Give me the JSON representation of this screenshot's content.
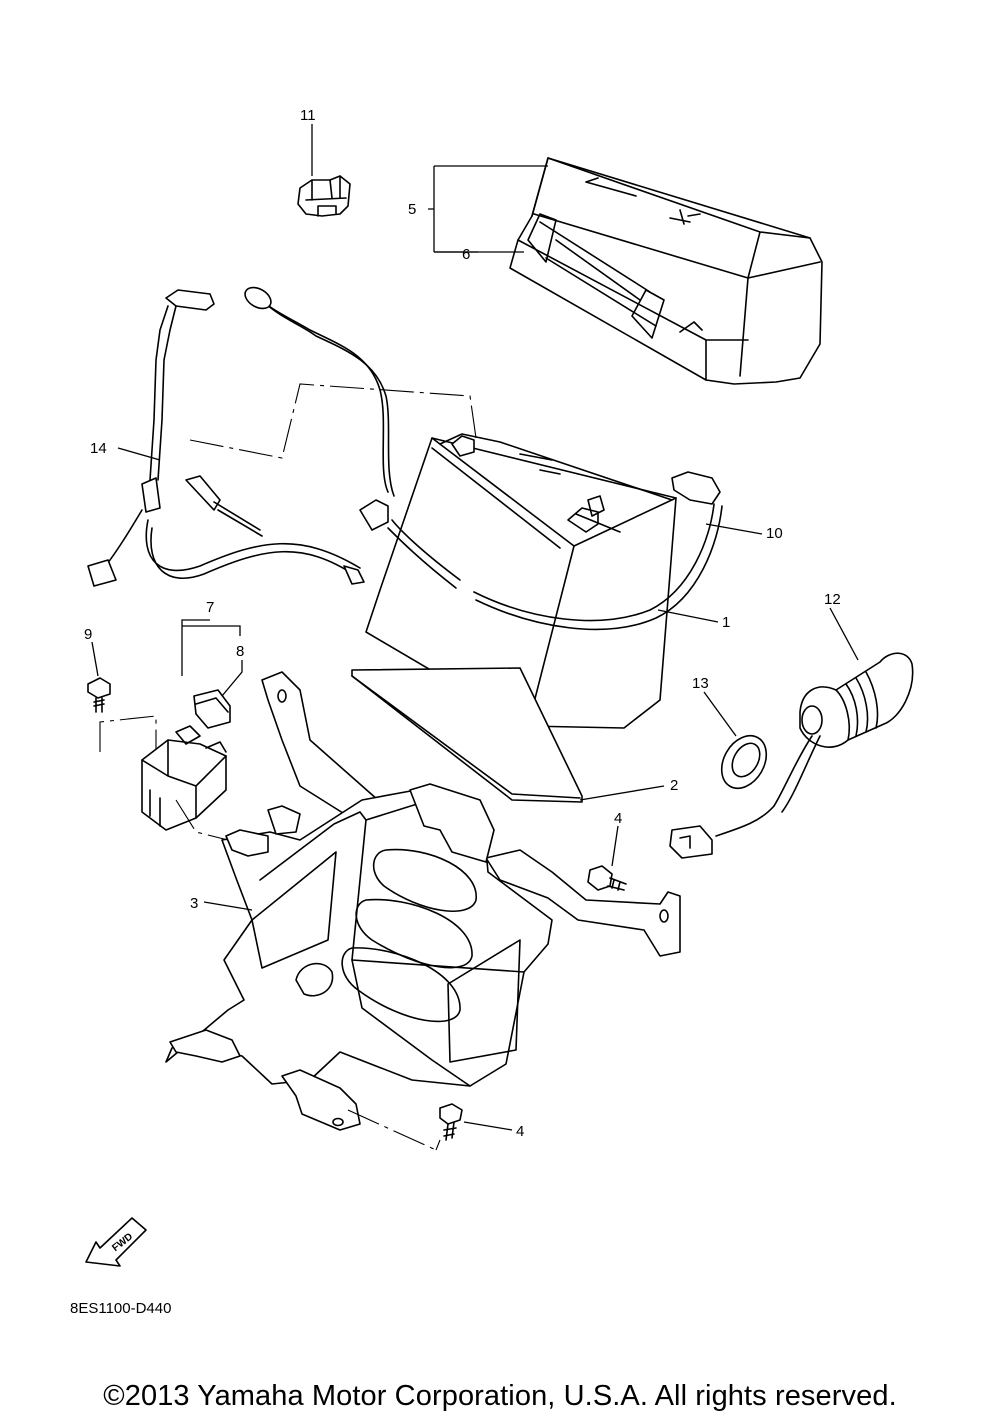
{
  "callouts": {
    "c1": "1",
    "c2": "2",
    "c3": "3",
    "c4a": "4",
    "c4b": "4",
    "c5": "5",
    "c6": "6",
    "c7": "7",
    "c8": "8",
    "c9": "9",
    "c10": "10",
    "c11": "11",
    "c12": "12",
    "c13": "13",
    "c14": "14"
  },
  "fwd_label": "FWD",
  "drawing_code": "8ES1100-D440",
  "copyright": "©2013 Yamaha Motor Corporation, U.S.A. All rights reserved."
}
